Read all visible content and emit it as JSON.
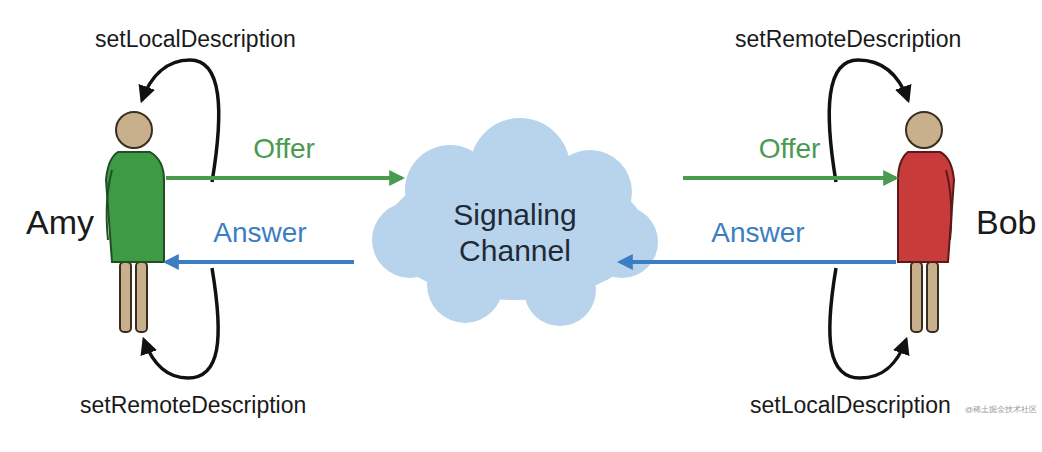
{
  "diagram": {
    "nodes": [
      {
        "text": [
          "Amy"
        ]
      },
      {
        "text": [
          "Signaling Channel"
        ]
      },
      {
        "text": [
          "Bob"
        ]
      }
    ],
    "edges": [
      {
        "from": 0,
        "to": 1,
        "label": "Offer",
        "arrow": "to"
      },
      {
        "from": 1,
        "to": 0,
        "label": "Answer",
        "arrow": "to"
      },
      {
        "from": 1,
        "to": 2,
        "label": "Offer",
        "arrow": "to"
      },
      {
        "from": 2,
        "to": 1,
        "label": "Answer",
        "arrow": "to"
      }
    ],
    "labels": [
      "setLocalDescription",
      "setRemoteDescription",
      "setRemoteDescription",
      "setLocalDescription",
      "@稀土掘金技术社区"
    ]
  }
}
